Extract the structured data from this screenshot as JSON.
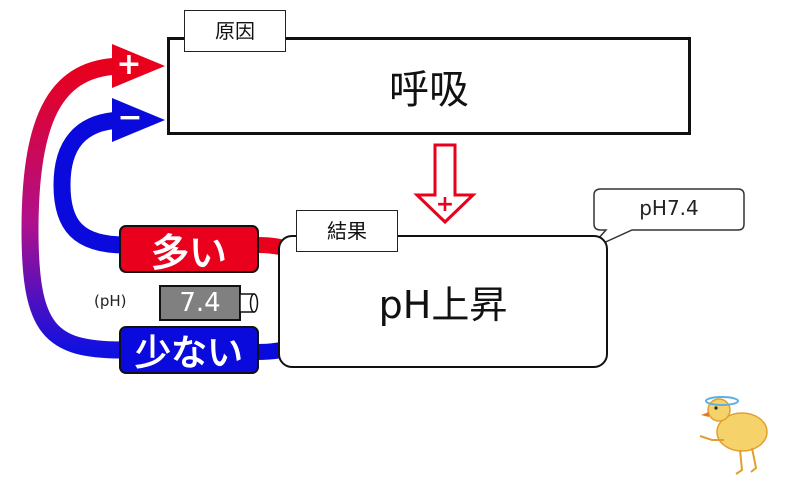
{
  "cause": {
    "tag": "原因",
    "title": "呼吸"
  },
  "result": {
    "tag": "結果",
    "title": "pH上昇"
  },
  "bubble": {
    "text": "pH7.4"
  },
  "many": {
    "label": "多い"
  },
  "few": {
    "label": "少ない"
  },
  "ph_meter": {
    "unit": "(pH)",
    "value": "7.4"
  },
  "signs": {
    "plus": "+",
    "minus": "−"
  },
  "colors": {
    "red": "#e8001c",
    "blue": "#0a0adc",
    "gray": "#808080"
  }
}
